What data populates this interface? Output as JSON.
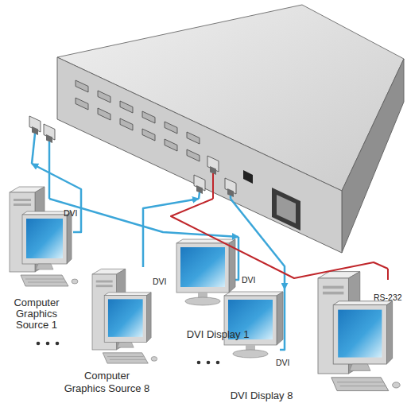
{
  "diagram": {
    "nodes": [
      {
        "text": []
      },
      {
        "text": [
          "Computer Graphics Source 1"
        ]
      },
      {
        "text": [
          "Computer Graphics Source 8"
        ]
      },
      {
        "text": [
          "DVI Display 1"
        ]
      },
      {
        "text": [
          "DVI Display 8"
        ]
      },
      {
        "text": []
      }
    ],
    "edges": [
      {
        "from": 1,
        "to": 0,
        "arrow": "to",
        "label": "DVI"
      },
      {
        "from": 2,
        "to": 0,
        "arrow": "to",
        "label": "DVI"
      },
      {
        "from": 0,
        "to": 3,
        "arrow": "to",
        "label": "DVI"
      },
      {
        "from": 0,
        "to": 4,
        "arrow": "to",
        "label": "DVI"
      },
      {
        "from": 0,
        "to": 5,
        "arrow": "none",
        "label": "RS-232"
      }
    ]
  }
}
